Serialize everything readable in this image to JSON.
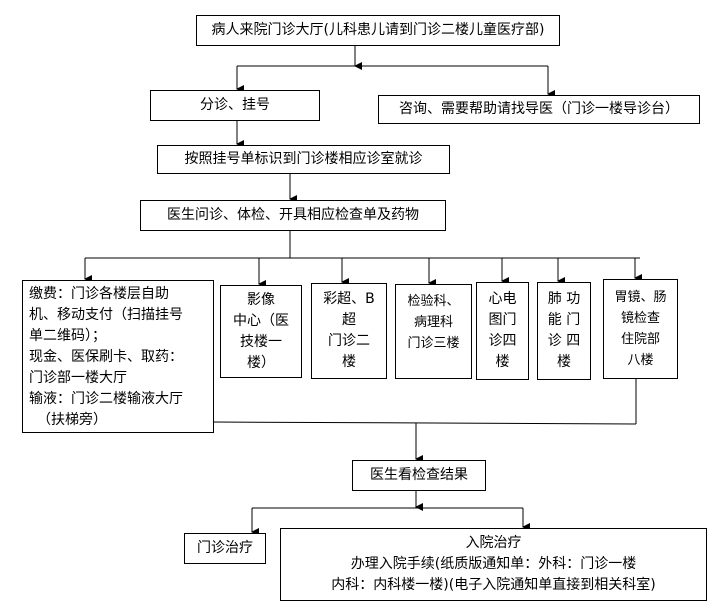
{
  "start": "病人来院门诊大厅(儿科患儿请到门诊二楼儿童医疗部)",
  "triage": "分诊、挂号",
  "guide": "咨询、需要帮助请找导医（门诊一楼导诊台）",
  "visit_room": "按照挂号单标识到门诊楼相应诊室就诊",
  "doctor": "医生问诊、体检、开具相应检查单及药物",
  "payment": {
    "lines": [
      "缴费：门诊各楼层自助",
      "机、移动支付（扫描挂号",
      "单二维码）；",
      "现金、医保刷卡、取药：",
      "门诊部一楼大厅",
      "输液：门诊二楼输液大厅",
      "（扶梯旁）"
    ]
  },
  "departments": [
    {
      "lines": [
        "影像",
        "中心（医",
        "技楼一",
        "楼）"
      ]
    },
    {
      "lines": [
        "彩超、B",
        "超",
        "门诊二",
        "楼"
      ]
    },
    {
      "lines": [
        "检验科、",
        "病理科",
        "门诊三楼"
      ]
    },
    {
      "lines": [
        "心电",
        "图门",
        "诊四",
        "楼"
      ]
    },
    {
      "lines": [
        "肺 功",
        "能 门",
        "诊 四",
        "楼"
      ]
    },
    {
      "lines": [
        "胃镜、肠",
        "镜检查",
        "住院部",
        "八楼"
      ]
    }
  ],
  "results": "医生看检查结果",
  "outpatient_treatment": "门诊治疗",
  "inpatient": {
    "title": "入院治疗",
    "line1": "办理入院手续(纸质版通知单：外科：门诊一楼",
    "line2": "内科：内科楼一楼)(电子入院通知单直接到相关科室)"
  }
}
